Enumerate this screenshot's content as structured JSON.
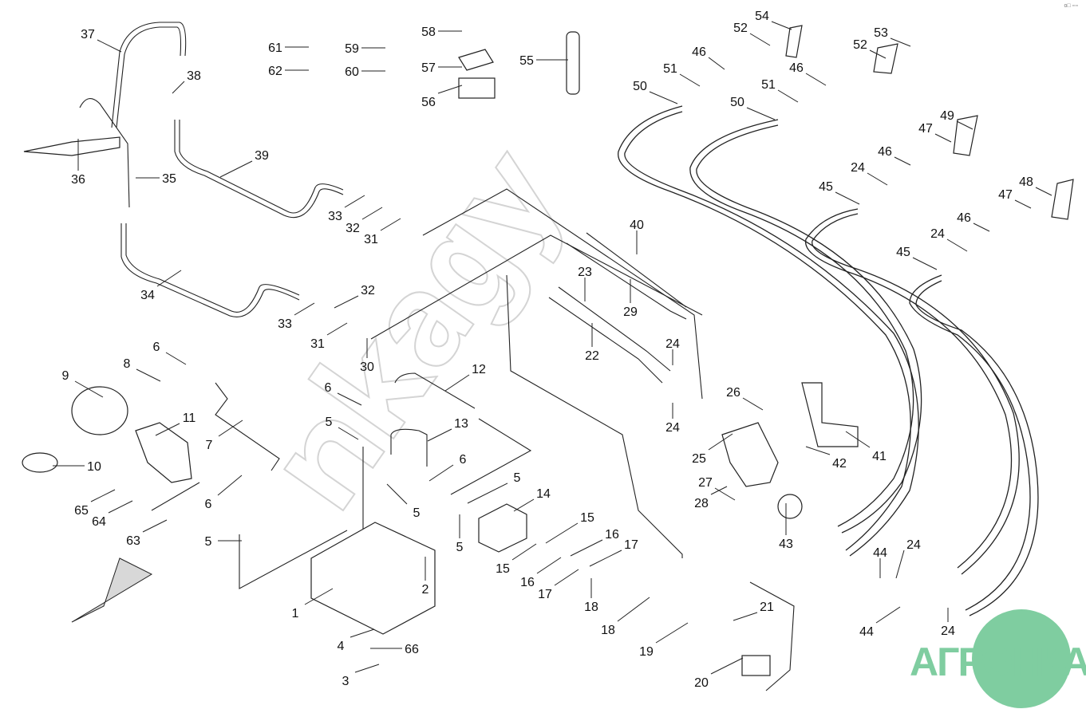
{
  "diagram": {
    "callout_labels": [
      "37",
      "38",
      "61",
      "62",
      "59",
      "60",
      "58",
      "57",
      "56",
      "55",
      "54",
      "52",
      "53",
      "52",
      "46",
      "51",
      "46",
      "51",
      "50",
      "50",
      "49",
      "47",
      "46",
      "24",
      "48",
      "47",
      "45",
      "46",
      "24",
      "45",
      "39",
      "36",
      "35",
      "33",
      "32",
      "31",
      "34",
      "40",
      "23",
      "29",
      "32",
      "33",
      "31",
      "30",
      "22",
      "24",
      "24",
      "6",
      "8",
      "9",
      "12",
      "26",
      "11",
      "6",
      "5",
      "13",
      "25",
      "41",
      "42",
      "7",
      "6",
      "10",
      "5",
      "14",
      "27",
      "28",
      "6",
      "5",
      "65",
      "64",
      "63",
      "15",
      "43",
      "5",
      "5",
      "16",
      "17",
      "24",
      "44",
      "15",
      "16",
      "17",
      "2",
      "18",
      "1",
      "21",
      "18",
      "44",
      "4",
      "66",
      "19",
      "24",
      "3",
      "20"
    ],
    "watermark": "nkagy",
    "logo_text": "АГРОНКА",
    "logo_color": "#7fcda0",
    "corner_mark": "o□ ▫▫▫"
  }
}
